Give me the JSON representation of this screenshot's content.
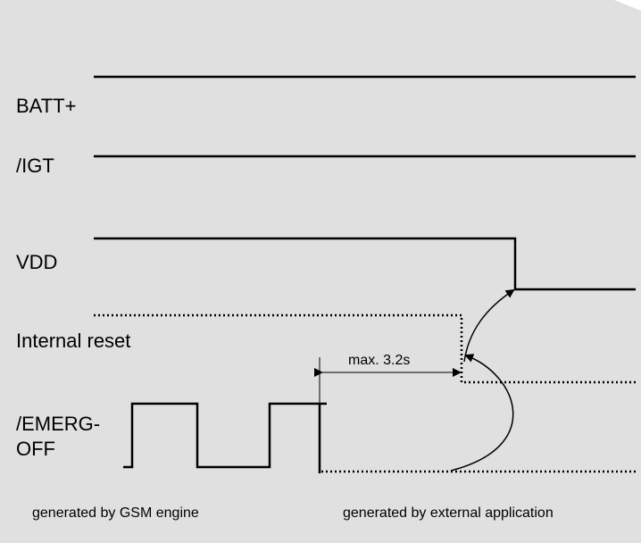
{
  "diagram": {
    "signals": {
      "batt": "BATT+",
      "igt": "/IGT",
      "vdd": "VDD",
      "reset": "Internal reset",
      "emerg_line1": "/EMERG-",
      "emerg_line2": "OFF"
    },
    "annotations": {
      "max_time": "max. 3.2s"
    },
    "footnotes": {
      "left": "generated by GSM engine",
      "right": "generated by external application"
    },
    "colors": {
      "background": "#e0e0e0",
      "line": "#000000"
    }
  }
}
